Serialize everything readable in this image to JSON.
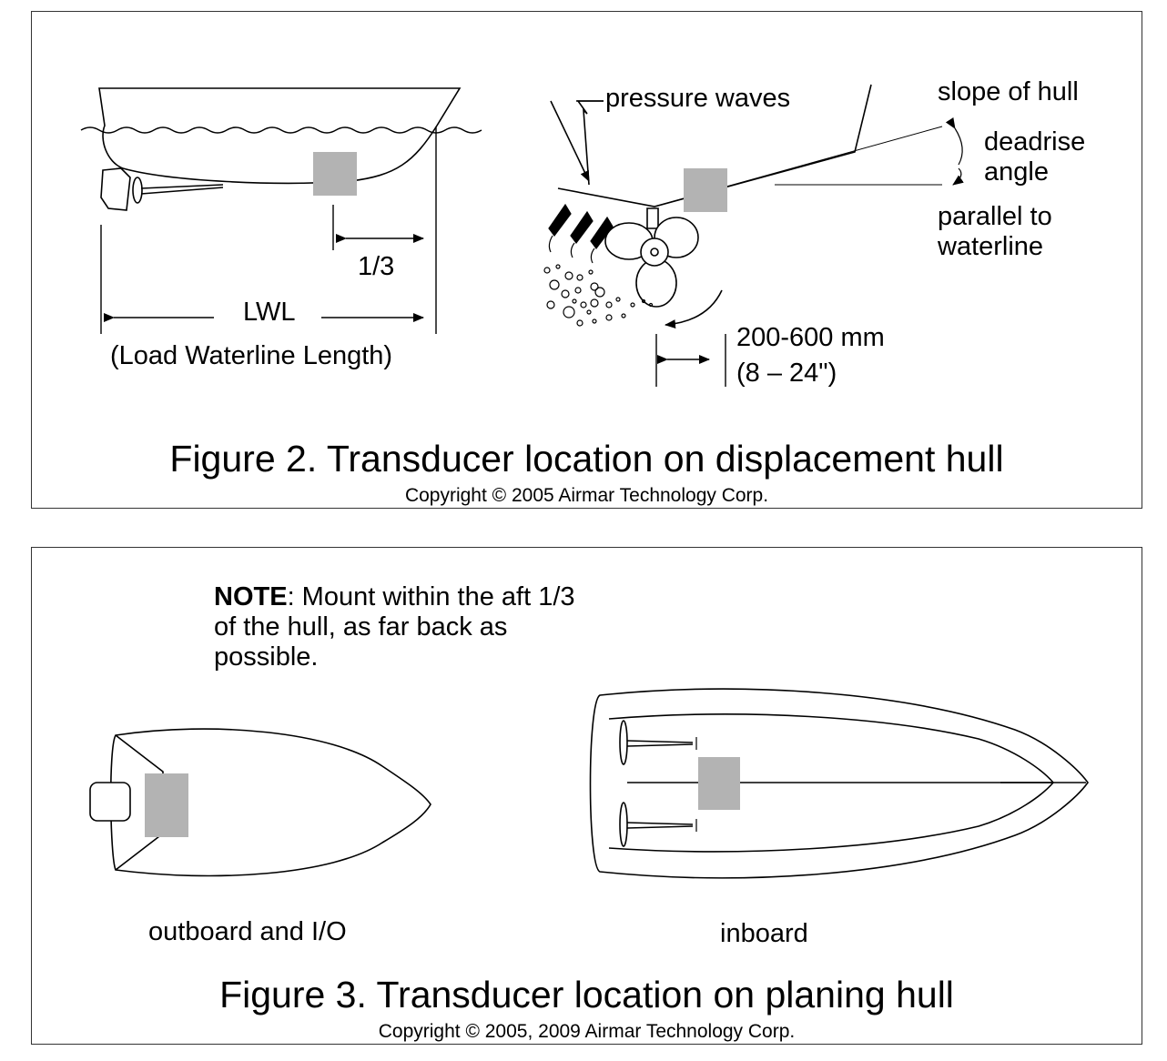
{
  "figure2": {
    "labels": {
      "one_third": "1/3",
      "lwl": "LWL",
      "lwl_full": "(Load Waterline Length)",
      "pressure_waves": "pressure waves",
      "slope_of_hull": "slope of hull",
      "deadrise_1": "deadrise",
      "deadrise_2": "angle",
      "parallel_1": "parallel to",
      "parallel_2": "waterline",
      "distance_1": "200-600 mm",
      "distance_2": "(8 – 24\")"
    },
    "caption": "Figure 2. Transducer location on displacement hull",
    "copyright": "Copyright © 2005 Airmar Technology Corp."
  },
  "figure3": {
    "note_bold": "NOTE",
    "note_text": ": Mount within the aft 1/3 of the hull, as far back as possible.",
    "labels": {
      "outboard": "outboard and I/O",
      "inboard": "inboard"
    },
    "caption": "Figure 3. Transducer location on planing hull",
    "copyright": "Copyright © 2005, 2009 Airmar Technology Corp."
  },
  "colors": {
    "transducer": "#b3b3b3",
    "line": "#000000",
    "border": "#333333"
  },
  "icons": [
    "boat-side-icon",
    "propeller-icon",
    "bubbles-icon",
    "boat-top-icon"
  ]
}
